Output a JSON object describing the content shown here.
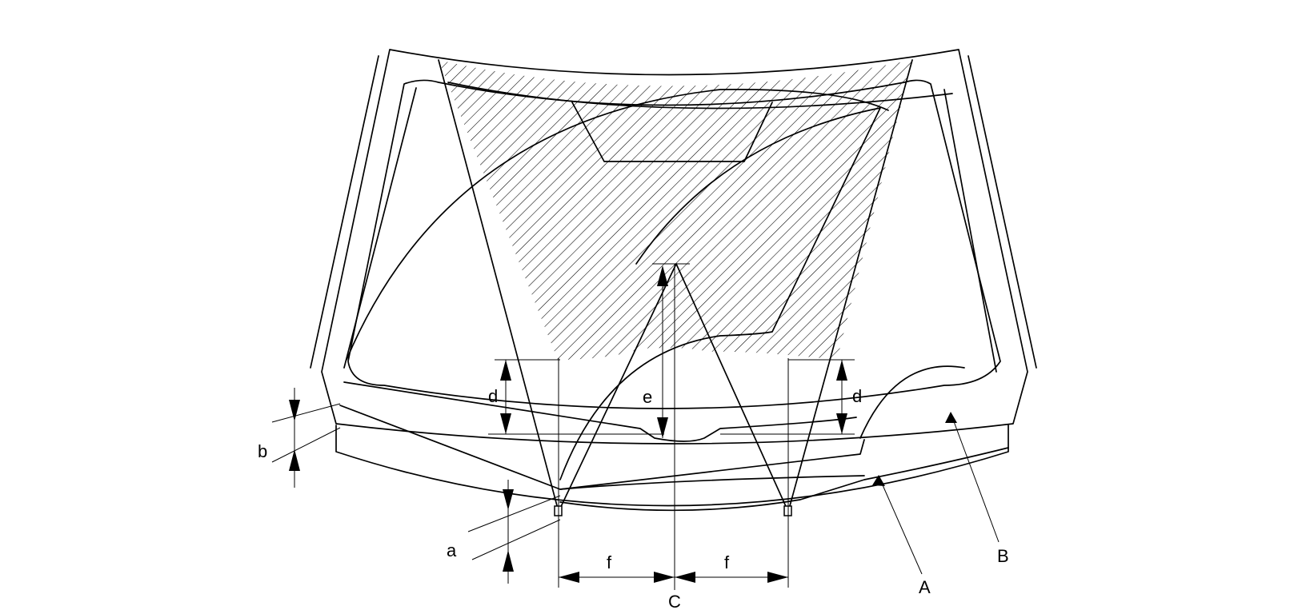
{
  "labels": {
    "a": "a",
    "b": "b",
    "c": "C",
    "d_left": "d",
    "d_right": "d",
    "e": "e",
    "f_left": "f",
    "f_right": "f",
    "A": "A",
    "B": "B"
  },
  "colors": {
    "line": "#000000",
    "background": "#ffffff"
  }
}
